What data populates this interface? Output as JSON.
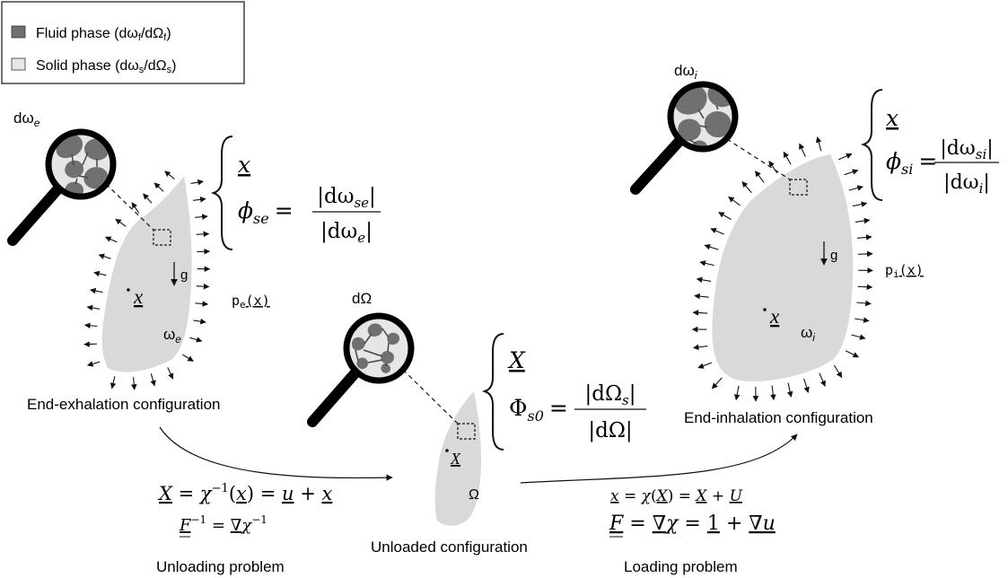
{
  "legend": {
    "fluid": {
      "main": "Fluid phase (dω",
      "s1": "f",
      "mid": "/dΩ",
      "s2": "f",
      "end": ")"
    },
    "solid": {
      "main": "Solid phase (dω",
      "s1": "s",
      "mid": "/dΩ",
      "s2": "s",
      "end": ")"
    }
  },
  "exhalation": {
    "magnifier": {
      "base": "dω",
      "sub": "e"
    },
    "domain": {
      "base": "ω",
      "sub": "e"
    },
    "point": "x",
    "gravity": "g",
    "pressure": {
      "base": "p",
      "sub": "e",
      "arg": "(x)"
    },
    "config_label": "End-exhalation configuration",
    "system": {
      "line1": "x",
      "lhs": "ϕ",
      "lhs_sub": "se",
      "eq": "=",
      "num": "|dω",
      "num_sub": "se",
      "num_end": "|",
      "den": "|dω",
      "den_sub": "e",
      "den_end": "|"
    }
  },
  "unloaded": {
    "magnifier": "dΩ",
    "domain": "Ω",
    "point": "X",
    "config_label": "Unloaded configuration",
    "system": {
      "line1": "X",
      "lhs": "Φ",
      "lhs_sub": "s0",
      "eq": "=",
      "num": "|dΩ",
      "num_sub": "s",
      "num_end": "|",
      "den": "|dΩ|"
    }
  },
  "inhalation": {
    "magnifier": {
      "base": "dω",
      "sub": "i"
    },
    "domain": {
      "base": "ω",
      "sub": "i"
    },
    "point": "x",
    "gravity": "g",
    "pressure": {
      "base": "p",
      "sub": "i",
      "arg": "(x)"
    },
    "config_label": "End-inhalation configuration",
    "system": {
      "line1": "x",
      "lhs": "ϕ",
      "lhs_sub": "si",
      "eq": "=",
      "num": "|dω",
      "num_sub": "si",
      "num_end": "|",
      "den": "|dω",
      "den_sub": "i",
      "den_end": "|"
    }
  },
  "unloading_problem": {
    "eq1": {
      "a": "X",
      "b": " = ",
      "c": "χ",
      "d": "−1",
      "e": "(",
      "f": "x",
      "g": ") = ",
      "h": "u",
      "i": " + ",
      "j": "x"
    },
    "eq2": {
      "a": "F",
      "b": "−1",
      "c": " = ",
      "d": "∇",
      "e": "χ",
      "f": "−1"
    },
    "label": "Unloading problem"
  },
  "loading_problem": {
    "eq1": {
      "a": "x",
      "b": " = ",
      "c": "χ",
      "d": "(",
      "e": "X",
      "f": ") = ",
      "g": "X",
      "h": " + ",
      "i": "U"
    },
    "eq2": {
      "a": "F",
      "b": " = ",
      "c": "∇",
      "d": "χ",
      "e": " = ",
      "f": "1",
      "g": " + ",
      "h": "∇",
      "i": "u"
    },
    "label": "Loading problem"
  },
  "colors": {
    "domain_fill": "#d9d9d9",
    "fluid_fill": "#707070",
    "solid_fill": "#e6e6e6",
    "outline": "#111111"
  }
}
